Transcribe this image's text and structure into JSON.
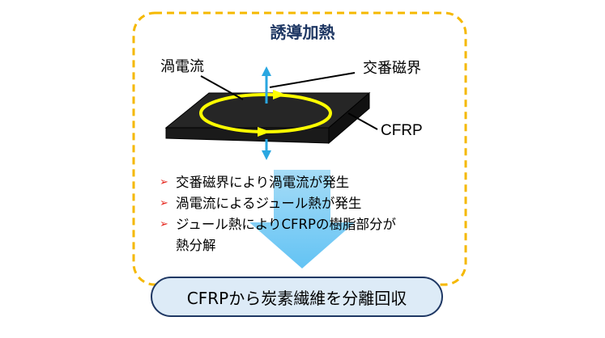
{
  "title": "誘導加熱",
  "labels": {
    "eddy_current": "渦電流",
    "alternating_field": "交番磁界",
    "material": "CFRP"
  },
  "bullets": [
    {
      "text": "交番磁界により渦電流が発生"
    },
    {
      "text": "渦電流によるジュール熱が発生"
    },
    {
      "text": "ジュール熱によりCFRPの樹脂部分が",
      "text2": "熱分解"
    }
  ],
  "bullet_marker": "➢",
  "result": "CFRPから炭素繊維を分離回収",
  "colors": {
    "dashed_border": "#f5b800",
    "eddy_loop": "#ffff00",
    "field_arrow": "#2aa7e1",
    "big_arrow": "#63c3f4",
    "plate": "#262626",
    "bullet_marker": "#e5261d",
    "result_fill": "#ddebf7",
    "result_border": "#1f3864",
    "title": "#1f3864"
  }
}
